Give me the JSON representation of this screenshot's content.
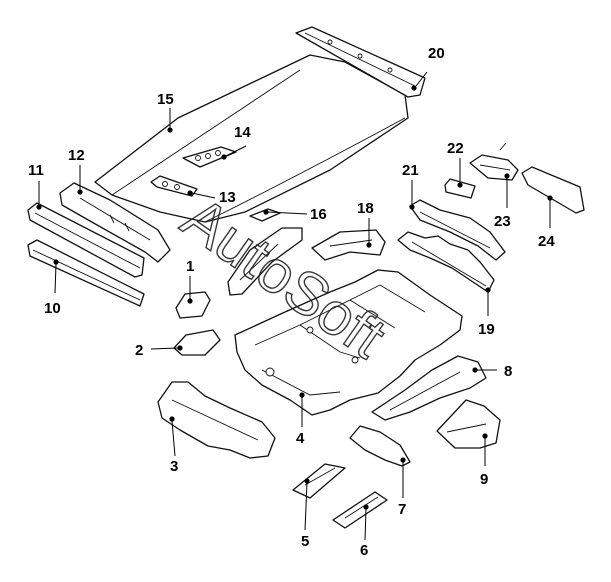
{
  "callouts": [
    {
      "id": "1",
      "label": "1"
    },
    {
      "id": "2",
      "label": "2"
    },
    {
      "id": "3",
      "label": "3"
    },
    {
      "id": "4",
      "label": "4"
    },
    {
      "id": "5",
      "label": "5"
    },
    {
      "id": "6",
      "label": "6"
    },
    {
      "id": "7",
      "label": "7"
    },
    {
      "id": "8",
      "label": "8"
    },
    {
      "id": "9",
      "label": "9"
    },
    {
      "id": "10",
      "label": "10"
    },
    {
      "id": "11",
      "label": "11"
    },
    {
      "id": "12",
      "label": "12"
    },
    {
      "id": "13",
      "label": "13"
    },
    {
      "id": "14",
      "label": "14"
    },
    {
      "id": "15",
      "label": "15"
    },
    {
      "id": "16",
      "label": "16"
    },
    {
      "id": "18",
      "label": "18"
    },
    {
      "id": "19",
      "label": "19"
    },
    {
      "id": "20",
      "label": "20"
    },
    {
      "id": "21",
      "label": "21"
    },
    {
      "id": "22",
      "label": "22"
    },
    {
      "id": "23",
      "label": "23"
    },
    {
      "id": "24",
      "label": "24"
    }
  ],
  "watermark": {
    "text": "AutoSoft"
  },
  "colors": {
    "line": "#111111",
    "background": "#ffffff",
    "shade": "#d9d9d9"
  }
}
